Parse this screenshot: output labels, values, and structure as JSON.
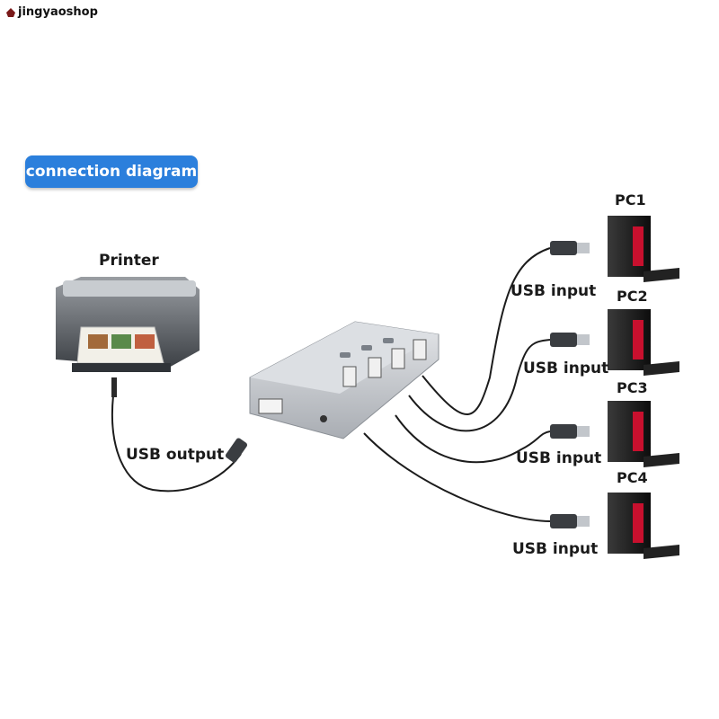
{
  "watermark": "jingyaoshop",
  "title": "connection diagram",
  "printer": {
    "label": "Printer"
  },
  "output": {
    "label": "USB output"
  },
  "computers": [
    {
      "name": "PC1",
      "link": "USB input"
    },
    {
      "name": "PC2",
      "link": "USB input"
    },
    {
      "name": "PC3",
      "link": "USB input"
    },
    {
      "name": "PC4",
      "link": "USB input"
    }
  ],
  "colors": {
    "title_bg": "#2b7fdc",
    "switch_body": "#c9ccd0",
    "cable": "#1c1c1c",
    "pc_accent": "#c8102e"
  },
  "icons": {
    "watermark": "shop-icon"
  }
}
